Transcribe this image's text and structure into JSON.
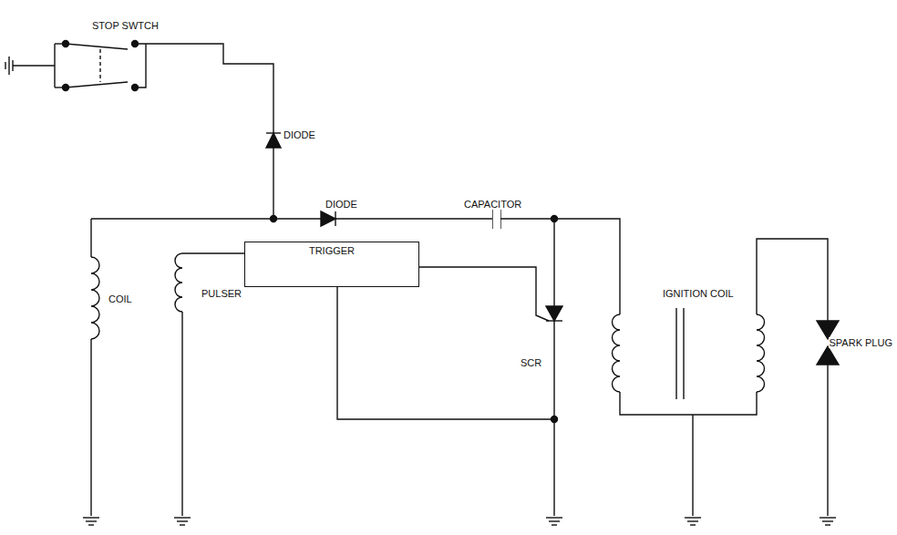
{
  "diagram": {
    "nodes": [
      {
        "text": [
          "TRIGGER"
        ]
      }
    ],
    "labels": [
      "STOP SWTCH",
      "DIODE",
      "DIODE",
      "CAPACITOR",
      "COIL",
      "PULSER",
      "SCR",
      "IGNITION COIL",
      "SPARK PLUG"
    ]
  }
}
